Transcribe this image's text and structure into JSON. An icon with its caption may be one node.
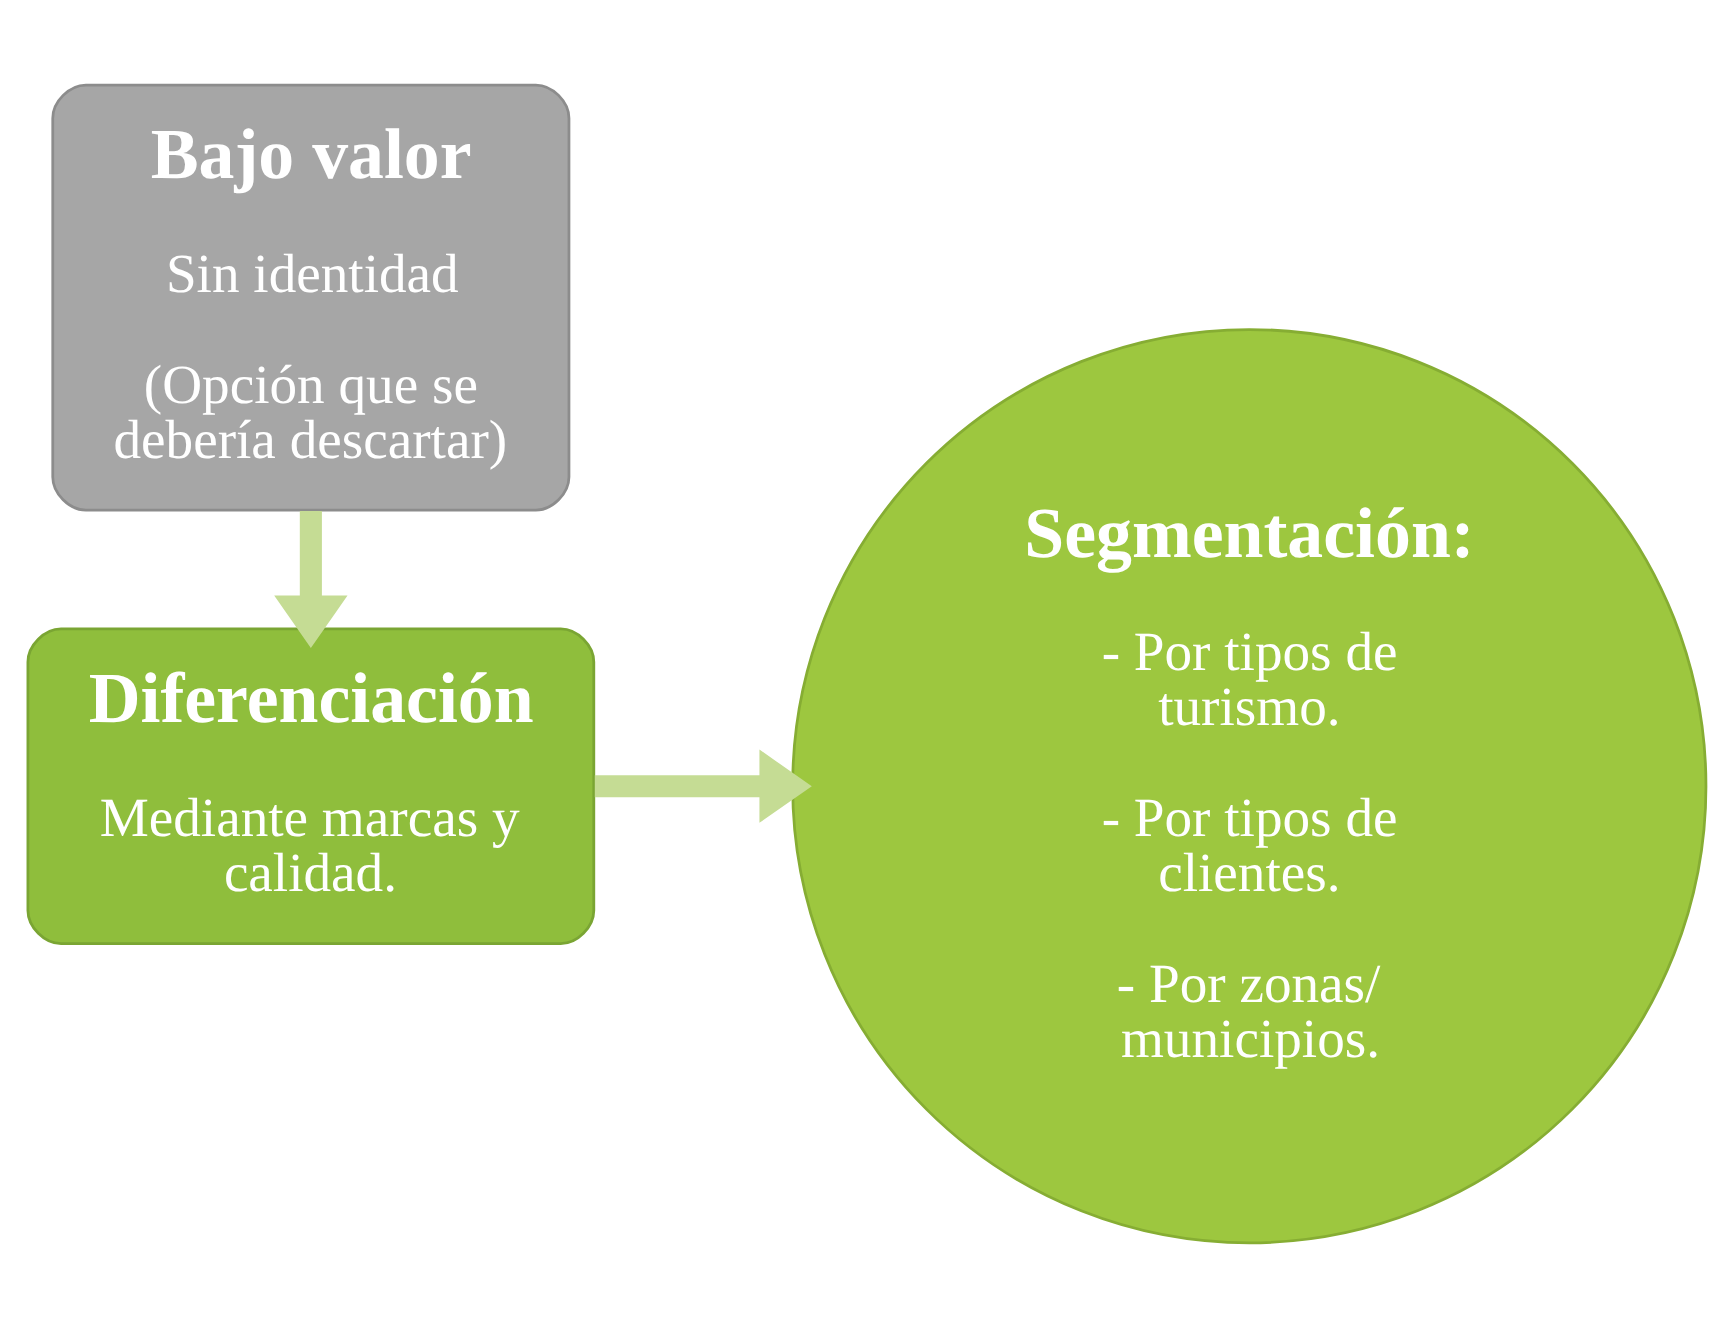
{
  "diagram": {
    "nodes": [
      {
        "text": [
          "Bajo valor",
          "Sin identidad",
          "(Opción que se debería descartar)"
        ]
      },
      {
        "text": [
          "Diferenciación",
          "Mediante marcas y calidad."
        ]
      },
      {
        "text": [
          "Segmentación:",
          "- Por tipos de turismo.",
          "- Por tipos de clientes.",
          "- Por zonas/ municipios."
        ]
      }
    ],
    "edges": [
      {
        "from": 0,
        "to": 1,
        "arrow": "to"
      },
      {
        "from": 1,
        "to": 2,
        "arrow": "to"
      }
    ]
  }
}
